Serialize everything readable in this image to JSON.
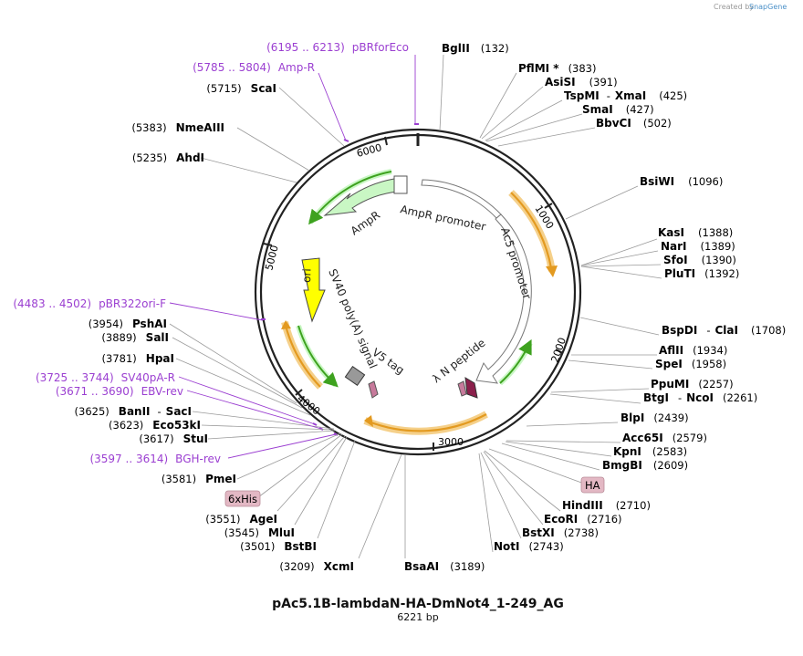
{
  "credit": {
    "prefix": "Created by",
    "brand": "SnapGene"
  },
  "plasmid": {
    "name": "pAc5.1B-lambdaN-HA-DmNot4_1-249_AG",
    "size": "6221 bp",
    "length": 6221
  },
  "ticks": [
    "1000",
    "2000",
    "3000",
    "4000",
    "5000",
    "6000"
  ],
  "features": {
    "ampr": "AmpR",
    "ampr_promoter": "AmpR promoter",
    "ac5_promoter": "Ac5 promoter",
    "ori": "ori",
    "sv40": "SV40 poly(A) signal",
    "v5": "V5 tag",
    "lambda": "λ N peptide"
  },
  "tags": {
    "ha": "HA",
    "his": "6xHis"
  },
  "sites": {
    "bglii": {
      "name": "BglII",
      "pos": "(132)"
    },
    "pflmi": {
      "name": "PflMI *",
      "pos": "(383)"
    },
    "asisi": {
      "name": "AsiSI",
      "pos": "(391)"
    },
    "tspmi": {
      "name": "TspMI",
      "sep": "-",
      "name2": "XmaI",
      "pos": "(425)"
    },
    "smai": {
      "name": "SmaI",
      "pos": "(427)"
    },
    "bbvci": {
      "name": "BbvCI",
      "pos": "(502)"
    },
    "bsiwi": {
      "name": "BsiWI",
      "pos": "(1096)"
    },
    "kasi": {
      "name": "KasI",
      "pos": "(1388)"
    },
    "nari": {
      "name": "NarI",
      "pos": "(1389)"
    },
    "sfoi": {
      "name": "SfoI",
      "pos": "(1390)"
    },
    "pluti": {
      "name": "PluTI",
      "pos": "(1392)"
    },
    "bspdi": {
      "name": "BspDI",
      "sep": "-",
      "name2": "ClaI",
      "pos": "(1708)"
    },
    "aflii": {
      "name": "AflII",
      "pos": "(1934)"
    },
    "spei": {
      "name": "SpeI",
      "pos": "(1958)"
    },
    "ppumi": {
      "name": "PpuMI",
      "pos": "(2257)"
    },
    "btgi": {
      "name": "BtgI",
      "sep": "-",
      "name2": "NcoI",
      "pos": "(2261)"
    },
    "blpi": {
      "name": "BlpI",
      "pos": "(2439)"
    },
    "acc65i": {
      "name": "Acc65I",
      "pos": "(2579)"
    },
    "kpni": {
      "name": "KpnI",
      "pos": "(2583)"
    },
    "bmgbi": {
      "name": "BmgBI",
      "pos": "(2609)"
    },
    "hindiii": {
      "name": "HindIII",
      "pos": "(2710)"
    },
    "ecori": {
      "name": "EcoRI",
      "pos": "(2716)"
    },
    "bstxi": {
      "name": "BstXI",
      "pos": "(2738)"
    },
    "noti": {
      "name": "NotI",
      "pos": "(2743)"
    },
    "bsaai": {
      "name": "BsaAI",
      "pos": "(3189)"
    },
    "xcmi": {
      "name": "XcmI",
      "pos": "(3209)"
    },
    "bstbi": {
      "name": "BstBI",
      "pos": "(3501)"
    },
    "mlui": {
      "name": "MluI",
      "pos": "(3545)"
    },
    "agei": {
      "name": "AgeI",
      "pos": "(3551)"
    },
    "pmei": {
      "name": "PmeI",
      "pos": "(3581)"
    },
    "stui": {
      "name": "StuI",
      "pos": "(3617)"
    },
    "eco53ki": {
      "name": "Eco53kI",
      "pos": "(3623)"
    },
    "banii": {
      "name": "BanII",
      "sep": "-",
      "name2": "SacI",
      "pos": "(3625)"
    },
    "hpai": {
      "name": "HpaI",
      "pos": "(3781)"
    },
    "sali": {
      "name": "SalI",
      "pos": "(3889)"
    },
    "pshai": {
      "name": "PshAI",
      "pos": "(3954)"
    },
    "ahdi": {
      "name": "AhdI",
      "pos": "(5235)"
    },
    "nmeaiii": {
      "name": "NmeAIII",
      "pos": "(5383)"
    },
    "scai": {
      "name": "ScaI",
      "pos": "(5715)"
    }
  },
  "primers": {
    "pbrforeco": {
      "range": "(6195 .. 6213)",
      "name": "pBRforEco"
    },
    "ampr": {
      "range": "(5785 .. 5804)",
      "name": "Amp-R"
    },
    "pbr322": {
      "range": "(4483 .. 4502)",
      "name": "pBR322ori-F"
    },
    "sv40pa": {
      "range": "(3725 .. 3744)",
      "name": "SV40pA-R"
    },
    "ebv": {
      "range": "(3671 .. 3690)",
      "name": "EBV-rev"
    },
    "bgh": {
      "range": "(3597 .. 3614)",
      "name": "BGH-rev"
    }
  },
  "colors": {
    "promoter": "#ffffff",
    "ampr_fill": "#c9f7c4",
    "ori_fill": "#ffff00",
    "orf_fill": "#f5d08a",
    "orf_arrow": "#e39a20",
    "green_arrow": "#3ea21f",
    "polyA": "#999999",
    "v5": "#c77a9b",
    "lambda": "#8b1f4b",
    "primer": "#9b3fd1",
    "tag_fill": "#e3b8c4"
  }
}
